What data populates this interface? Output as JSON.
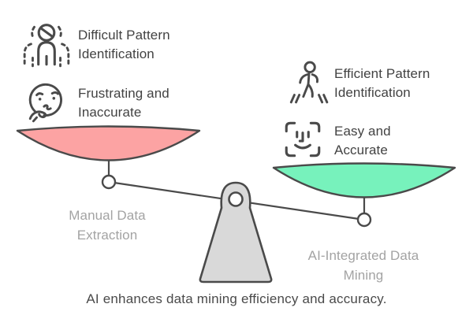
{
  "diagram": {
    "type": "balance-scale-comparison",
    "caption": "AI enhances data mining efficiency and accuracy.",
    "left": {
      "items": [
        {
          "icon": "obscured-person-icon",
          "label": "Difficult Pattern Identification"
        },
        {
          "icon": "confused-face-icon",
          "label": "Frustrating and Inaccurate"
        }
      ],
      "pan_label": "Manual Data Extraction",
      "pan_color": "#FCA3A3",
      "pan_position": "raised"
    },
    "right": {
      "items": [
        {
          "icon": "walking-person-icon",
          "label": "Efficient Pattern Identification"
        },
        {
          "icon": "face-scan-icon",
          "label": "Easy and Accurate"
        }
      ],
      "pan_label": "AI-Integrated Data Mining",
      "pan_color": "#77F2BC",
      "pan_position": "lowered"
    },
    "colors": {
      "outline": "#4A4A4A",
      "fulcrum_fill": "#D9D9D9",
      "pan_label_gray": "#A3A3A3",
      "text_dark": "#424242"
    }
  }
}
